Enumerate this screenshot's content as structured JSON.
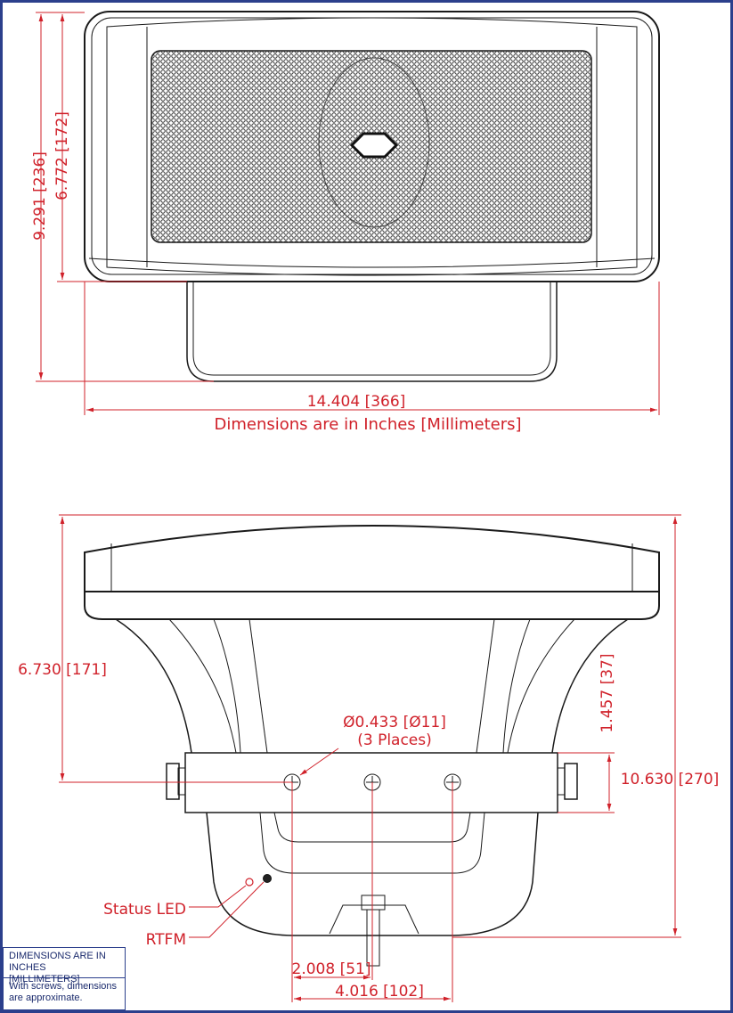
{
  "top_view": {
    "height_overall": "9.291 [236]",
    "height_grille": "6.772 [172]",
    "width": "14.404 [366]",
    "units_caption": "Dimensions are in Inches [Millimeters]"
  },
  "side_view": {
    "height_mount": "6.730 [171]",
    "hole_spec_line1": "Ø0.433 [Ø11]",
    "hole_spec_line2": "(3 Places)",
    "bracket_height": "1.457 [37]",
    "height_overall": "10.630 [270]",
    "status_led": "Status LED",
    "rtfm": "RTFM",
    "hole_spacing_half": "2.008 [51]",
    "hole_spacing_full": "4.016 [102]"
  },
  "note": {
    "line1": "DIMENSIONS ARE IN",
    "line2": "INCHES [MILLIMETERS]",
    "line3": "With screws, dimensions",
    "line4": "are approximate."
  },
  "colors": {
    "border": "#2b3f8c",
    "dimension": "#d0212a",
    "outline": "#1a1a1a"
  }
}
